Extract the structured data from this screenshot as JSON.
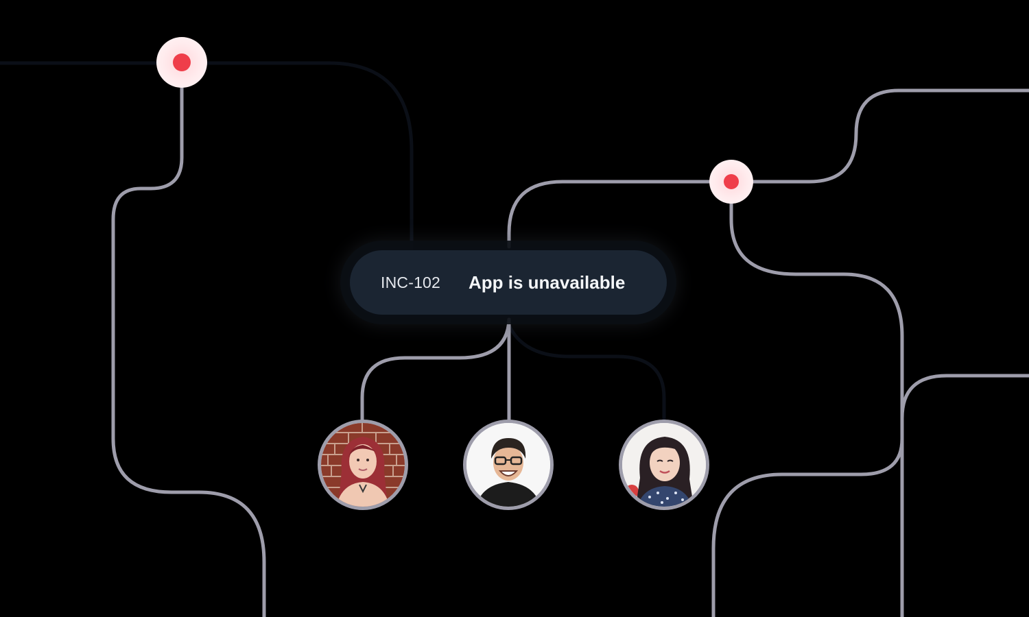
{
  "incident": {
    "id": "INC-102",
    "title": "App is unavailable"
  },
  "responders": [
    {
      "name": "responder-1",
      "description": "woman with red hair in front of brick wall"
    },
    {
      "name": "responder-2",
      "description": "man with glasses laughing"
    },
    {
      "name": "responder-3",
      "description": "woman with dark hair smiling"
    }
  ],
  "alerts": [
    {
      "name": "alert-node-left"
    },
    {
      "name": "alert-node-right"
    }
  ],
  "colors": {
    "background": "#000000",
    "line": "#9e9dab",
    "line_dark": "#0b0f17",
    "pill": "#1b2532",
    "alert": "#ef3e4a",
    "alert_halo": "#ffe3e6"
  }
}
